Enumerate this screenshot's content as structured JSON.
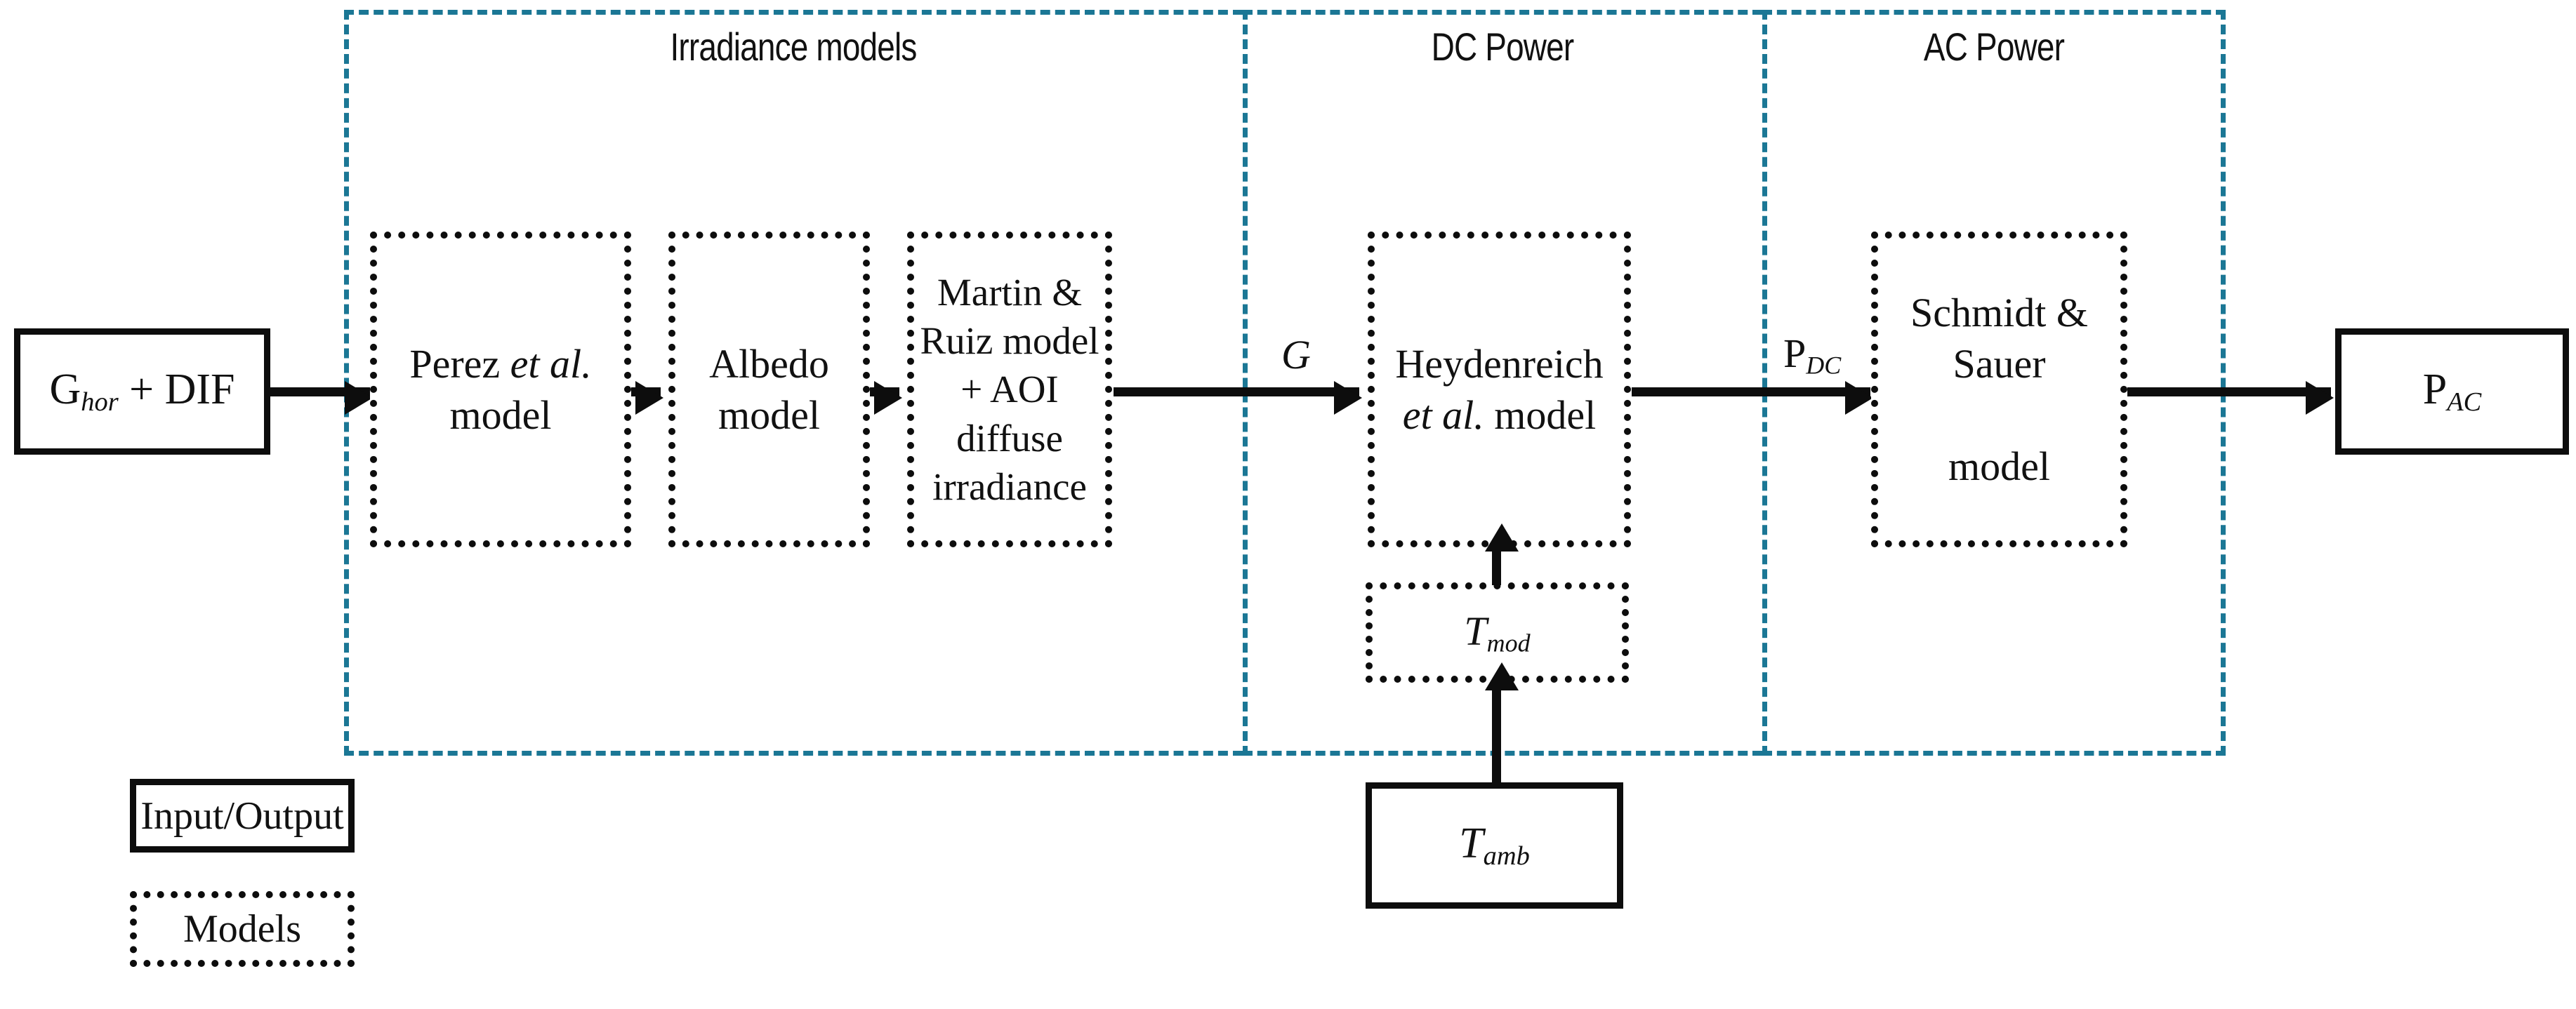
{
  "diagram": {
    "title": "PV system modelling chain flowchart",
    "accent_color": "#1b7795",
    "line_color": "#0d0d0d",
    "background": "#ffffff",
    "groups": [
      {
        "id": "irradiance",
        "label": "Irradiance models"
      },
      {
        "id": "dc",
        "label": "DC Power"
      },
      {
        "id": "ac",
        "label": "AC Power"
      }
    ],
    "nodes": {
      "input_g": {
        "label_main": "G",
        "label_sub": "hor",
        "label_rest": " + DIF",
        "type": "input-output"
      },
      "perez": {
        "line1_a": "Perez ",
        "line1_i": "et al.",
        "line2": "model",
        "type": "model"
      },
      "albedo": {
        "line1": "Albedo",
        "line2": "model",
        "type": "model"
      },
      "martin": {
        "line1": "Martin &",
        "line2": "Ruiz model",
        "line3": "+ AOI",
        "line4": "diffuse",
        "line5": "irradiance",
        "type": "model"
      },
      "heyden": {
        "line1": "Heydenreich",
        "line2_i": "et al.",
        "line2_b": " model",
        "type": "model"
      },
      "schmidt": {
        "line1": "Schmidt &",
        "line2": "Sauer",
        "line3": "model",
        "type": "model"
      },
      "output_pac": {
        "label_main": "P",
        "label_sub": "AC",
        "type": "input-output"
      },
      "tmod": {
        "label_main": "T",
        "label_sub": "mod",
        "type": "model"
      },
      "tamb": {
        "label_main": "T",
        "label_sub": "amb",
        "type": "input-output"
      }
    },
    "edge_labels": {
      "g_irradiance": "G",
      "p_dc_main": "P",
      "p_dc_sub": "DC"
    },
    "legend": [
      {
        "id": "input-output",
        "label": "Input/Output",
        "style": "solid"
      },
      {
        "id": "models",
        "label": "Models",
        "style": "dotted"
      }
    ]
  }
}
